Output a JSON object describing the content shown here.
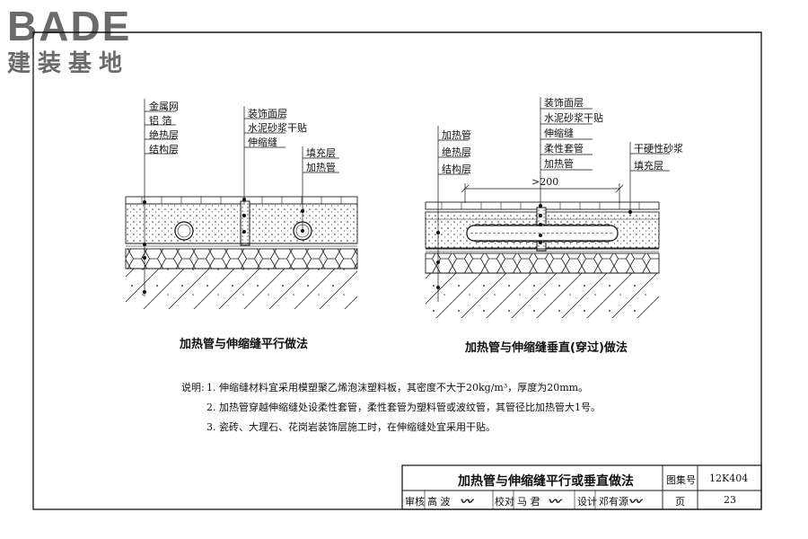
{
  "logo": {
    "en": "BADE",
    "zh": "建装基地"
  },
  "left_detail": {
    "labels_group1": [
      "金属网",
      "铝 箔",
      "绝热层",
      "结构层"
    ],
    "labels_group2": [
      "装饰面层",
      "水泥砂浆干贴",
      "伸缩缝"
    ],
    "labels_group3": [
      "填充层",
      "加热管"
    ],
    "caption": "加热管与伸缩缝平行做法"
  },
  "right_detail": {
    "labels_group1": [
      "加热管",
      "绝热层",
      "结构层"
    ],
    "labels_group2": [
      "装饰面层",
      "水泥砂浆干贴",
      "伸缩缝",
      "柔性套管",
      "加热管"
    ],
    "labels_group3": [
      "干硬性砂浆",
      "填充层"
    ],
    "dimension": ">200",
    "caption": "加热管与伸缩缝垂直(穿过)做法"
  },
  "notes": {
    "prefix": "说明:",
    "items": [
      "1. 伸缩缝材料宜采用模塑聚乙烯泡沫塑料板，其密度不大于20kg/m³，厚度为20mm。",
      "2. 加热管穿越伸缩缝处设柔性套管，柔性套管为塑料管或波纹管，其管径比加热管大1号。",
      "3. 瓷砖、大理石、花岗岩装饰层施工时，在伸缩缝处宜采用干贴。"
    ]
  },
  "title_block": {
    "title": "加热管与伸缩缝平行或垂直做法",
    "atlas_label": "图集号",
    "atlas_no": "12K404",
    "review_label": "审核",
    "reviewer": "高 波",
    "check_label": "校对",
    "checker": "马 君",
    "design_label": "设计",
    "designer": "邓有源",
    "page_label": "页",
    "page_no": "23"
  }
}
